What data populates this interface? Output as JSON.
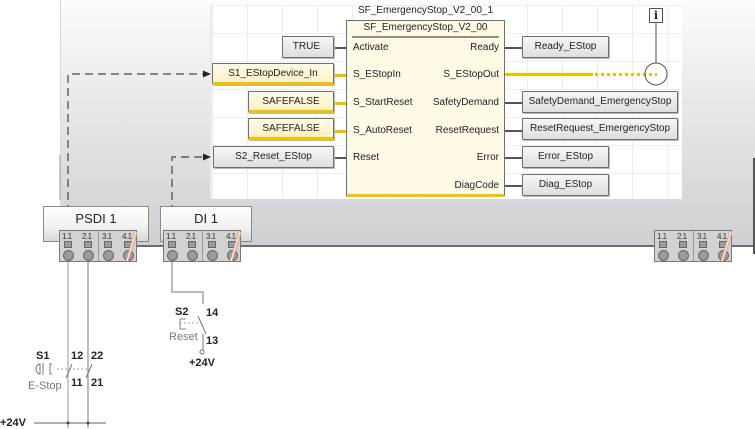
{
  "function_block": {
    "instance_name": "SF_EmergencyStop_V2_00_1",
    "type_name": "SF_EmergencyStop_V2_00",
    "inputs": [
      "Activate",
      "S_EStopIn",
      "S_StartReset",
      "S_AutoReset",
      "Reset"
    ],
    "outputs": [
      "Ready",
      "S_EStopOut",
      "SafetyDemand",
      "ResetRequest",
      "Error",
      "DiagCode"
    ]
  },
  "input_variables": [
    {
      "label": "TRUE",
      "kind": "standard"
    },
    {
      "label": "S1_EStopDevice_In",
      "kind": "safety"
    },
    {
      "label": "SAFEFALSE",
      "kind": "safety"
    },
    {
      "label": "SAFEFALSE",
      "kind": "safety"
    },
    {
      "label": "S2_Reset_EStop",
      "kind": "standard"
    }
  ],
  "output_variables": [
    {
      "label": "Ready_EStop"
    },
    {
      "label": "SafetyDemand_EmergencyStop"
    },
    {
      "label": "ResetRequest_EmergencyStop"
    },
    {
      "label": "Error_EStop"
    },
    {
      "label": "Diag_EStop"
    }
  ],
  "info_icon": "i",
  "colors": {
    "safety_wire": "#f0c000",
    "standard_wire": "#555555",
    "safety_var_bg": "#fff6d5",
    "block_bg": "#fffae5"
  },
  "modules": [
    {
      "label": "PSDI 1",
      "terminals": [
        "1.1",
        "2.1",
        "3.1",
        "4.1"
      ]
    },
    {
      "label": "DI 1",
      "terminals": [
        "1.1",
        "2.1",
        "3.1",
        "4.1"
      ]
    },
    {
      "label": "",
      "terminals": [
        "1.1",
        "2.1",
        "3.1",
        "4.1"
      ]
    }
  ],
  "wiring": {
    "s1": {
      "name": "S1",
      "desc": "E-Stop",
      "contacts": [
        "12",
        "22",
        "11",
        "21"
      ]
    },
    "s2": {
      "name": "S2",
      "desc": "Reset",
      "contacts": [
        "14",
        "13"
      ]
    },
    "supply_s2": "+24V",
    "supply_main": "+24V"
  }
}
